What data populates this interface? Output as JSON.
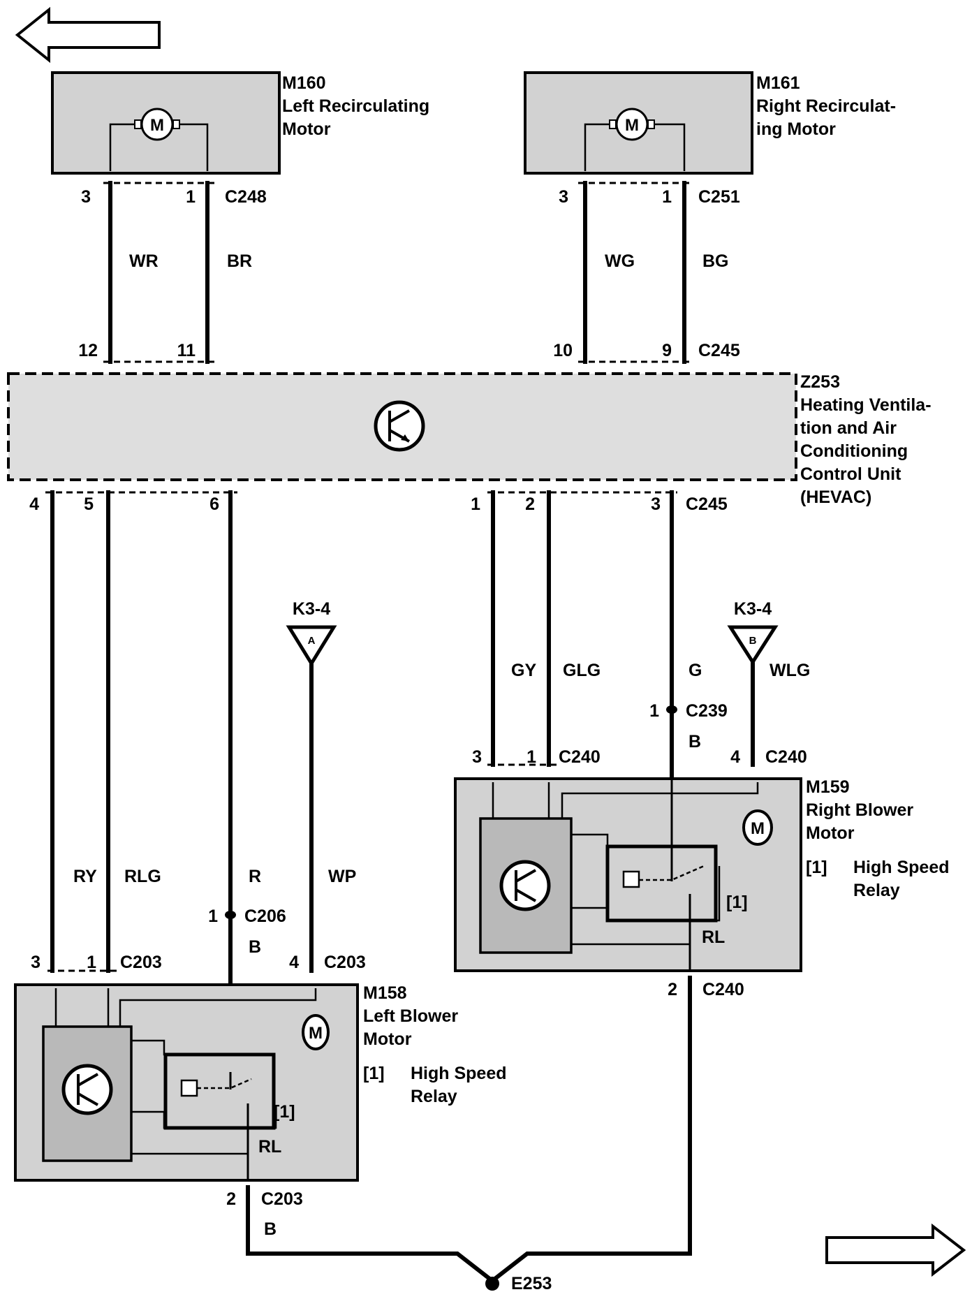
{
  "components": {
    "m160": {
      "code": "M160",
      "line1": "Left Recirculating",
      "line2": "Motor"
    },
    "m161": {
      "code": "M161",
      "line1": "Right Recirculat-",
      "line2": "ing Motor"
    },
    "z253": {
      "code": "Z253",
      "line1": "Heating Ventila-",
      "line2": "tion and Air",
      "line3": "Conditioning",
      "line4": "Control Unit",
      "line5": "(HEVAC)"
    },
    "m158": {
      "code": "M158",
      "line1": "Left Blower",
      "line2": "Motor",
      "note_tag": "[1]",
      "note_line1": "High Speed",
      "note_line2": "Relay"
    },
    "m159": {
      "code": "M159",
      "line1": "Right Blower",
      "line2": "Motor",
      "note_tag": "[1]",
      "note_line1": "High Speed",
      "note_line2": "Relay"
    },
    "ground": "E253",
    "motor_letter": "M"
  },
  "connectors": {
    "c248": "C248",
    "c251": "C251",
    "c245_top": "C245",
    "c245_bottom": "C245",
    "c203_left": "C203",
    "c203_right": "C203",
    "c203_bottom": "C203",
    "c206": "C206",
    "c239": "C239",
    "c240_left": "C240",
    "c240_right": "C240",
    "c240_bottom": "C240"
  },
  "pins": {
    "m160_a": "3",
    "m160_b": "1",
    "m161_a": "3",
    "m161_b": "1",
    "z_in_12": "12",
    "z_in_11": "11",
    "z_in_10": "10",
    "z_in_9": "9",
    "z_out_4": "4",
    "z_out_5": "5",
    "z_out_6": "6",
    "z_out_1": "1",
    "z_out_2": "2",
    "z_out_3": "3",
    "m158_3": "3",
    "m158_1": "1",
    "m158_4": "4",
    "m158_gnd": "2",
    "c206_pin": "1",
    "m159_3": "3",
    "m159_1": "1",
    "m159_4": "4",
    "m159_gnd": "2",
    "c239_pin": "1"
  },
  "wires": {
    "wr": "WR",
    "br": "BR",
    "wg": "WG",
    "bg": "BG",
    "ry": "RY",
    "rlg": "RLG",
    "r": "R",
    "wp": "WP",
    "gy": "GY",
    "glg": "GLG",
    "g": "G",
    "wlg": "WLG",
    "b_left": "B",
    "b_right": "B",
    "b_ground": "B",
    "rl_left": "RL",
    "rl_right": "RL"
  },
  "references": {
    "left_ref": "K3-4",
    "left_ref_letter": "A",
    "right_ref": "K3-4",
    "right_ref_letter": "B"
  },
  "inner_tags": {
    "left": "[1]",
    "right": "[1]"
  },
  "navigation": {
    "previous_page": "previous-page-arrow",
    "next_page": "next-page-arrow"
  }
}
